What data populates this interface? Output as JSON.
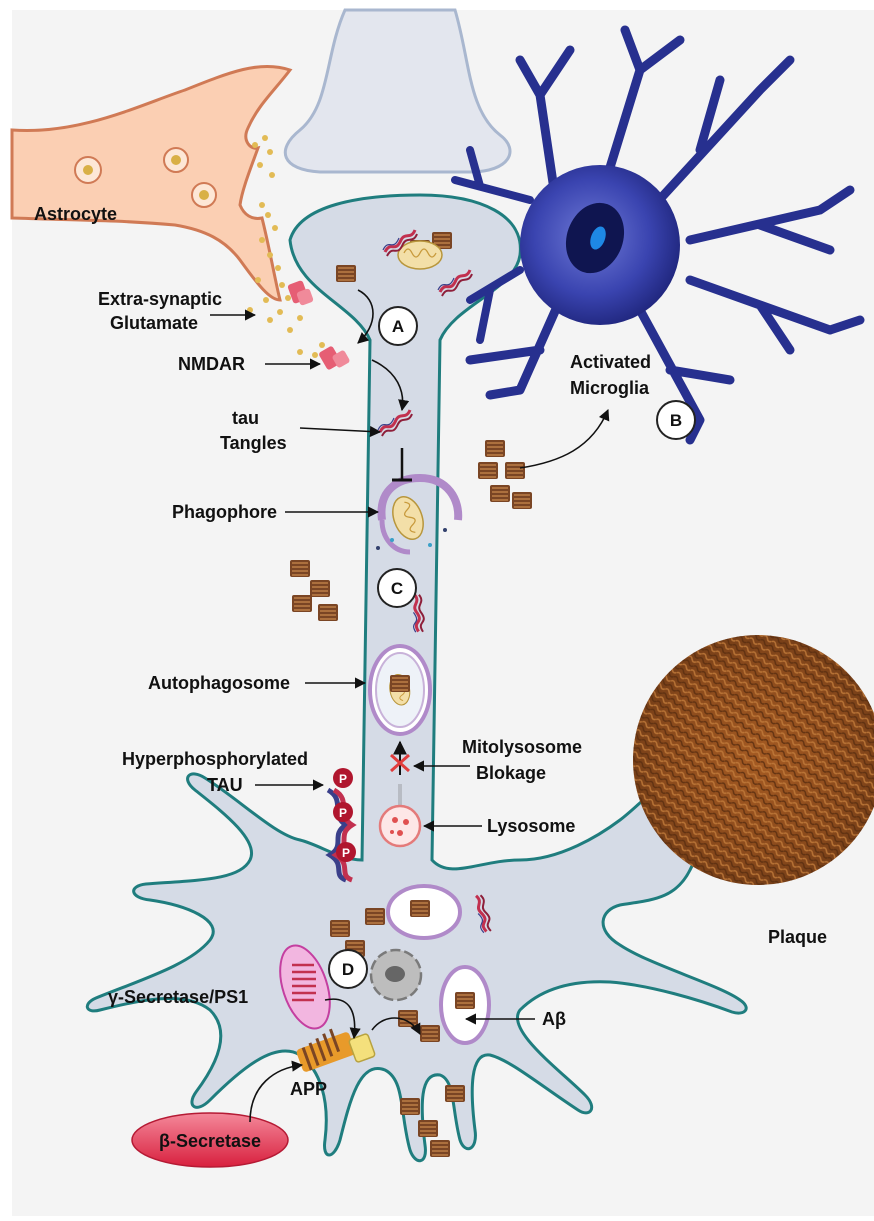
{
  "figure": {
    "labels": {
      "astrocyte": "Astrocyte",
      "glutamate_line1": "Extra-synaptic",
      "glutamate_line2": "Glutamate",
      "nmdar": "NMDAR",
      "tau_line1": "tau",
      "tau_line2": "Tangles",
      "phagophore": "Phagophore",
      "autophagosome": "Autophagosome",
      "hyper_line1": "Hyperphosphorylated",
      "hyper_line2": "TAU",
      "mito_line1": "Mitolysosome",
      "mito_line2": "Blokage",
      "lysosome": "Lysosome",
      "microglia_line1": "Activated",
      "microglia_line2": "Microglia",
      "plaque": "Plaque",
      "gamma_secretase": "γ-Secretase/PS1",
      "abeta": "Aβ",
      "app": "APP",
      "beta_secretase": "β-Secretase",
      "p_marker": "P"
    },
    "stage_markers": {
      "a": "A",
      "b": "B",
      "c": "C",
      "d": "D"
    },
    "colors": {
      "background": "#f4f4f4",
      "neuron_fill": "#d5dbe6",
      "neuron_outline": "#1f7d7e",
      "astrocyte_fill": "#fbcfb3",
      "astrocyte_outline": "#d07a55",
      "microglia": "#27308f",
      "plaque": "#8a4a1c",
      "amyloid": "#7a4524",
      "tau": "#c2304f",
      "beta_secretase": "#e0304e",
      "phagophore": "#b08ac9"
    }
  }
}
